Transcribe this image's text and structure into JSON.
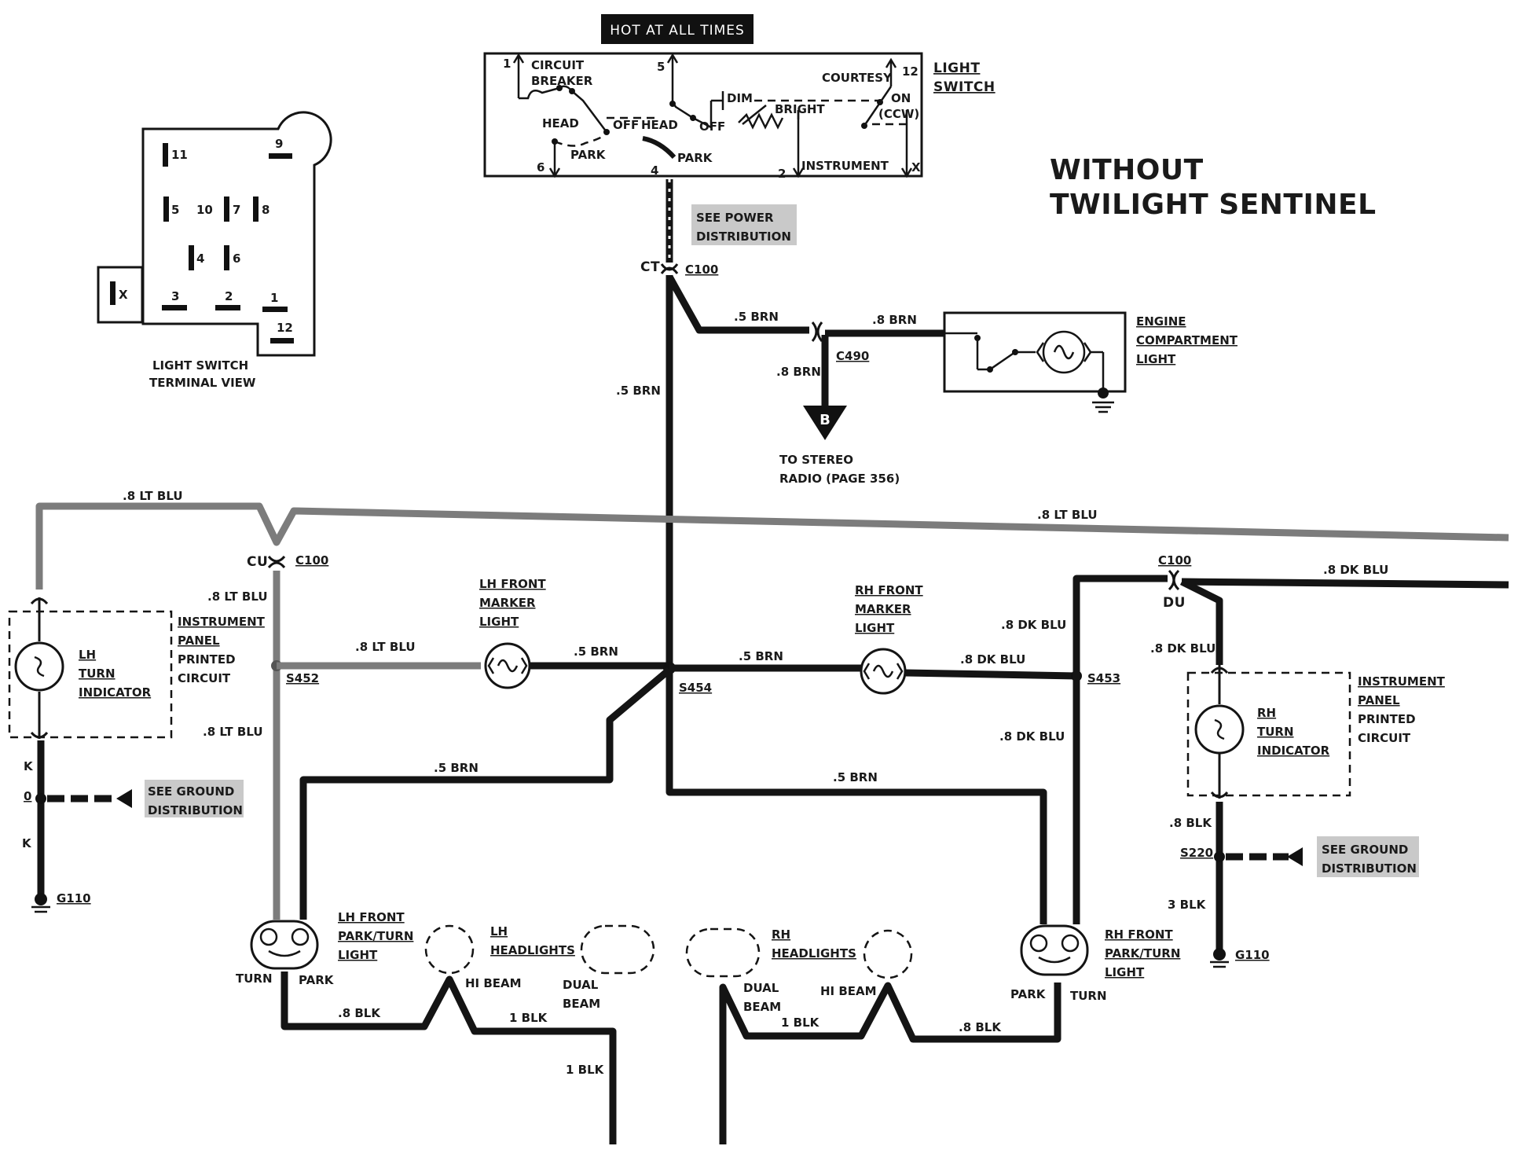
{
  "title": {
    "line1": "WITHOUT",
    "line2": "TWILIGHT SENTINEL"
  },
  "hot_banner": "HOT AT ALL TIMES",
  "light_switch": {
    "label1": "LIGHT",
    "label2": "SWITCH",
    "terminals": {
      "t1": "1",
      "t5": "5",
      "t12": "12",
      "t6": "6",
      "t4": "4",
      "t2": "2",
      "tx": "X"
    },
    "circuit_breaker1": "CIRCUIT",
    "circuit_breaker2": "BREAKER",
    "head": "HEAD",
    "off": "OFF",
    "park": "PARK",
    "dim": "DIM",
    "bright": "BRIGHT",
    "courtesy": "COURTESY",
    "on": "ON",
    "ccw": "(CCW)",
    "instrument": "INSTRUMENT"
  },
  "terminal_view": {
    "caption1": "LIGHT SWITCH",
    "caption2": "TERMINAL VIEW",
    "pins": [
      "11",
      "9",
      "5",
      "10",
      "7",
      "8",
      "4",
      "6",
      "3",
      "2",
      "1",
      "12",
      "X"
    ]
  },
  "power_note": {
    "line1": "SEE POWER",
    "line2": "DISTRIBUTION"
  },
  "ground_note": {
    "line1": "SEE GROUND",
    "line2": "DISTRIBUTION"
  },
  "connectors": {
    "ct": "CT",
    "c100": "C100",
    "cu": "CU",
    "du": "DU",
    "c490": "C490",
    "s452": "S452",
    "s454": "S454",
    "s453": "S453",
    "s220": "S220",
    "g110": "G110",
    "g110_lh_k1": "K",
    "g110_lh_0": "0",
    "g110_lh_k2": "K"
  },
  "wires": {
    "brn5": ".5 BRN",
    "brn8": ".8 BRN",
    "ltblu8": ".8 LT BLU",
    "dkblu8": ".8 DK BLU",
    "blk8": ".8 BLK",
    "blk1": "1 BLK",
    "blk3": "3 BLK"
  },
  "engine_light": {
    "line1": "ENGINE",
    "line2": "COMPARTMENT",
    "line3": "LIGHT"
  },
  "stereo": {
    "badge": "B",
    "line1": "TO STEREO",
    "line2": "RADIO (PAGE 356)"
  },
  "lh_marker": {
    "line1": "LH FRONT",
    "line2": "MARKER",
    "line3": "LIGHT"
  },
  "rh_marker": {
    "line1": "RH FRONT",
    "line2": "MARKER",
    "line3": "LIGHT"
  },
  "lh_indicator": {
    "line1": "LH",
    "line2": "TURN",
    "line3": "INDICATOR"
  },
  "rh_indicator": {
    "line1": "RH",
    "line2": "TURN",
    "line3": "INDICATOR"
  },
  "ipc": {
    "line1": "INSTRUMENT",
    "line2": "PANEL",
    "line3": "PRINTED",
    "line4": "CIRCUIT"
  },
  "lh_park_turn": {
    "line1": "LH FRONT",
    "line2": "PARK/TURN",
    "line3": "LIGHT",
    "turn": "TURN",
    "park": "PARK"
  },
  "rh_park_turn": {
    "line1": "RH FRONT",
    "line2": "PARK/TURN",
    "line3": "LIGHT",
    "turn": "TURN",
    "park": "PARK"
  },
  "lh_headlights": {
    "line1": "LH",
    "line2": "HEADLIGHTS",
    "hi": "HI BEAM",
    "dual1": "DUAL",
    "dual2": "BEAM"
  },
  "rh_headlights": {
    "line1": "RH",
    "line2": "HEADLIGHTS",
    "hi": "HI BEAM",
    "dual1": "DUAL",
    "dual2": "BEAM"
  }
}
